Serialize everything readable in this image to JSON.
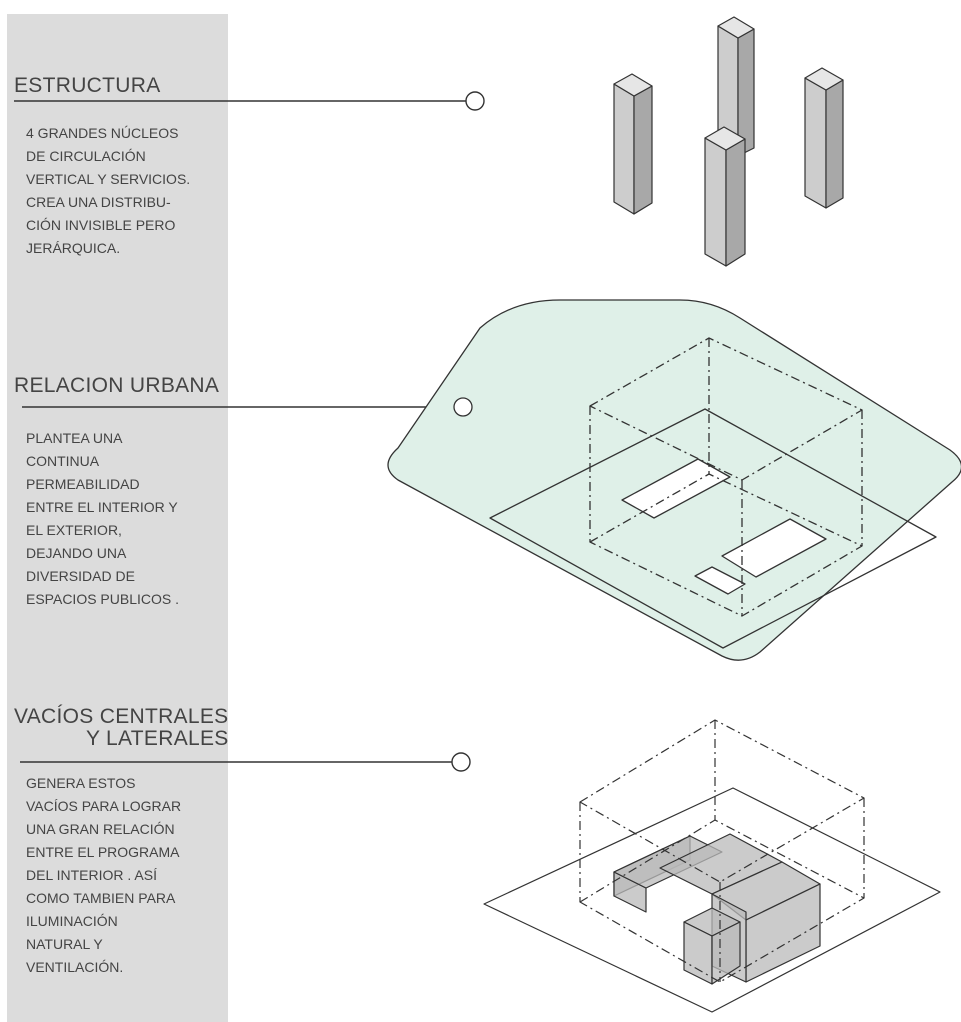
{
  "sections": [
    {
      "id": "estructura",
      "title_lines": [
        "ESTRUCTURA"
      ],
      "desc_lines": [
        "4 GRANDES NÚCLEOS",
        "DE CIRCULACIÓN",
        "VERTICAL Y SERVICIOS.",
        "CREA UNA DISTRIBU-",
        "CIÓN INVISIBLE PERO",
        "JERÁRQUICA."
      ]
    },
    {
      "id": "relacion-urbana",
      "title_lines": [
        "RELACION URBANA"
      ],
      "desc_lines": [
        "PLANTEA UNA",
        "CONTINUA",
        "PERMEABILIDAD",
        "ENTRE EL INTERIOR Y",
        "EL EXTERIOR,",
        "DEJANDO UNA",
        "DIVERSIDAD DE",
        "ESPACIOS PUBLICOS ."
      ]
    },
    {
      "id": "vacios",
      "title_lines": [
        "VACÍOS CENTRALES",
        "Y LATERALES"
      ],
      "desc_lines": [
        "GENERA ESTOS",
        "VACÍOS PARA LOGRAR",
        "UNA GRAN RELACIÓN",
        "ENTRE EL PROGRAMA",
        "DEL INTERIOR . ASÍ",
        "COMO TAMBIEN PARA",
        "ILUMINACIÓN",
        "NATURAL Y",
        "VENTILACIÓN."
      ]
    }
  ],
  "colors": {
    "band": "#dcdcdc",
    "site_fill": "#dff0e8",
    "column_front": "#c9c9c9",
    "column_side": "#a9a9a9",
    "volume_fill": "#bdbdbd"
  }
}
